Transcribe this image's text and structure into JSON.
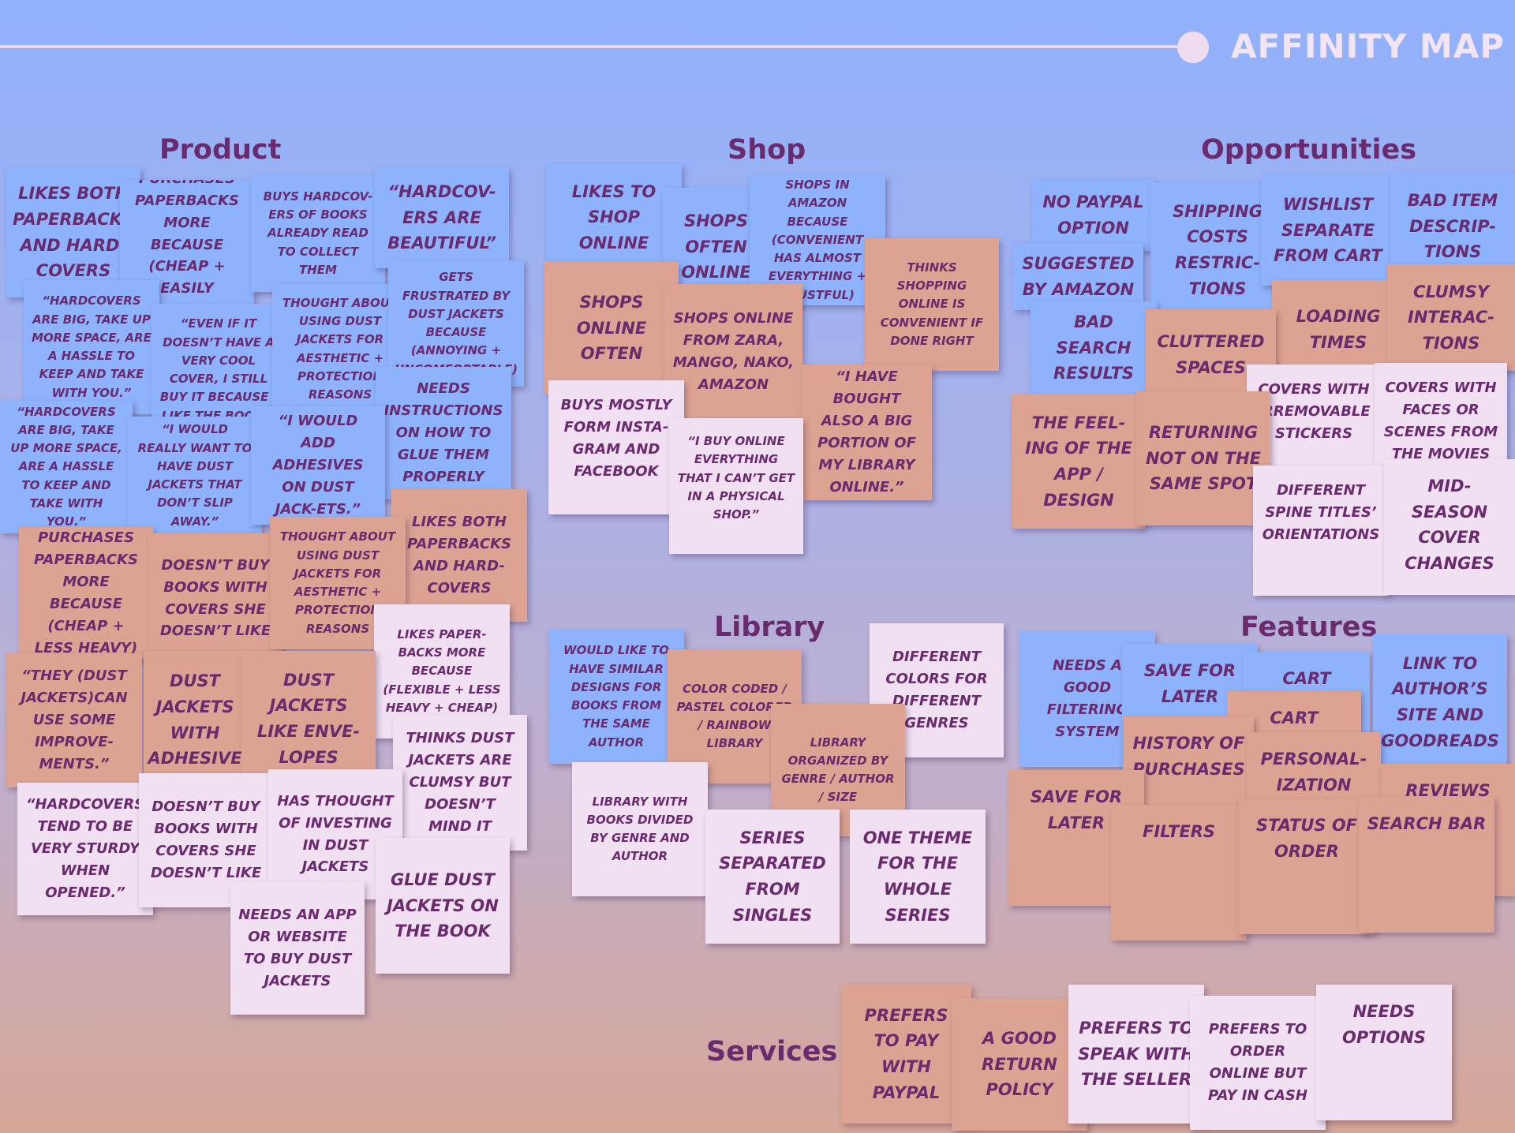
{
  "map_title": "AFFINITY MAP",
  "colors": {
    "background_top": "#90b1fc",
    "background_bottom": "#d6a697",
    "note_blue": "#8eb2fb",
    "note_tan": "#dca392",
    "note_pink": "#f0e0f1",
    "text": "#6a2a6e"
  },
  "categories": {
    "product": "Product",
    "shop": "Shop",
    "opportunities": "Opportunities",
    "library": "Library",
    "features": "Features",
    "services": "Services"
  },
  "notes": {
    "product": [
      "Likes both paperbacks and hard-covers",
      "Purchases paperbacks more because (cheap + easily stored)",
      "Buys hardcov-ers of books already read to collect them",
      "“Hardcov-ers are beautiful”",
      "“Hardcovers are big, take up more space, are a hassle to keep and take with you.”",
      "“Even if it doesn’t have a very cool cover, I still buy it because I like the book.”",
      "Thought about using dust jackets for aesthetic + protection reasons",
      "Gets frustrated by dust jackets because (annoying + uncomfortable)",
      "Needs instructions on how to glue them properly",
      "“Hardcovers are big, take up more space, are a hassle to keep and take with you.”",
      "“I would really want to have dust jackets that don’t slip away.”",
      "“I would add adhesives on dust jack-ets.”",
      "Likes both paperbacks and hard-covers",
      "Purchases paperbacks more because (cheap + less heavy)",
      "Doesn’t buy books with covers she doesn’t like",
      "Thought about using dust jackets for aesthetic + protection reasons",
      "Likes paper-backs more because (flexible + less heavy + cheap)",
      "“They (dust jackets)can use some improve-ments.”",
      "Dust jackets with adhesive",
      "Dust jackets like enve-lopes",
      "Thinks dust jackets are clumsy but doesn’t mind it",
      "“Hardcovers tend to be very sturdy when opened.”",
      "Doesn’t buy books with covers she doesn’t like",
      "Has thought of investing in dust jackets",
      "Glue dust jackets on the book",
      "Needs an app or website to buy dust jackets"
    ],
    "shop": [
      "Likes to shop online",
      "Shops often online",
      "Shops in Amazon because (convenient has almost everything + trustful)",
      "Thinks shopping online is convenient if done right",
      "Shops online often",
      "Shops online from Zara, Mango, Nako, Amazon",
      "“I have bought also a big portion of my library online.”",
      "Buys mostly form Insta-gram and Facebook",
      "“I buy online everything that I can’t get in a physical shop.”"
    ],
    "opportunities": [
      "No PayPal option",
      "Shipping costs restric-tions",
      "Wishlist separate from cart",
      "Bad item descrip-tions",
      "Suggested by Amazon",
      "Bad search results",
      "Loading times",
      "Clumsy interac-tions",
      "Cluttered spaces",
      "Covers with irremovable stickers",
      "Covers with faces or scenes from the movies",
      "The feel-ing of the app / design",
      "Returning not on the same spot",
      "Different spine titles’ orientations",
      "Mid-season cover changes"
    ],
    "library": [
      "Would like to have similar designs for books from the same author",
      "Color coded / pastel colored / rainbow library",
      "Different colors for different genres",
      "Library organized by genre / author / size",
      "Library with books divided by genre and author",
      "Series separated from singles",
      "One theme for the whole series"
    ],
    "features": [
      "Needs a good filtering system",
      "Save for later",
      "Cart",
      "Link to author’s site and Goodreads",
      "Cart",
      "History of purchases",
      "Personal-ization",
      "Reviews",
      "Save for later",
      "Filters",
      "Status of order",
      "Search bar"
    ],
    "services": [
      "Prefers to pay with PayPal",
      "A good return policy",
      "Prefers to speak with the seller",
      "Prefers to order online but pay in cash",
      "Needs options"
    ]
  }
}
